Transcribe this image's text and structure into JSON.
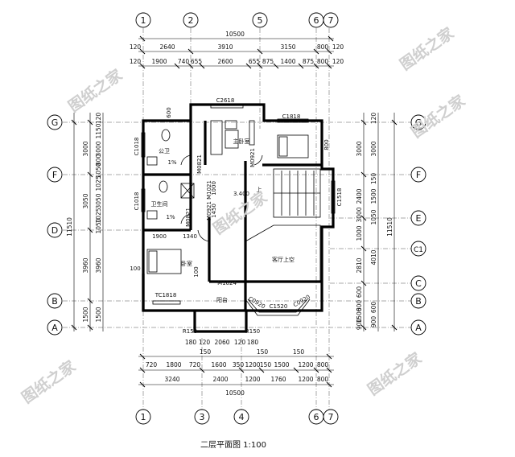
{
  "caption": "二层平面图  1:100",
  "watermark": "图纸之家",
  "top_axes": [
    "1",
    "2",
    "5",
    "6",
    "7"
  ],
  "bottom_axes": [
    "1",
    "3",
    "4",
    "6",
    "7"
  ],
  "left_axes": [
    "G",
    "F",
    "D",
    "B",
    "A"
  ],
  "right_axes": [
    "G",
    "F",
    "E",
    "C1",
    "C",
    "B",
    "A"
  ],
  "top_dims": {
    "total": "10500",
    "row2": [
      "120",
      "2640",
      "3910",
      "3150",
      "800",
      "120"
    ],
    "row3": [
      "120",
      "1900",
      "740",
      "655",
      "2600",
      "655",
      "875",
      "1400",
      "875",
      "800",
      "120"
    ]
  },
  "bottom_dims": {
    "row1": [
      "180",
      "120",
      "2060",
      "120",
      "180"
    ],
    "row1b": [
      "150",
      "150",
      "150"
    ],
    "row2": [
      "720",
      "1800",
      "720",
      "1600",
      "350",
      "1200",
      "150",
      "1500",
      "1200",
      "800"
    ],
    "row3": [
      "3240",
      "2400",
      "1200",
      "1760",
      "1200",
      "800"
    ],
    "total": "10500"
  },
  "left_dims": {
    "outer": [
      "120",
      "1150",
      "3000",
      "800",
      "1050",
      "1025",
      "3050",
      "1025",
      "1050",
      "3960",
      "1500"
    ],
    "inner": [
      "3000",
      "3050",
      "3960",
      "1500"
    ],
    "total": "11510"
  },
  "right_dims": {
    "outer": [
      "120",
      "3000",
      "150",
      "1500",
      "1050",
      "4010",
      "600",
      "900"
    ],
    "inner": [
      "3000",
      "2400",
      "3000",
      "1000",
      "2810",
      "600",
      "600",
      "1500",
      "900"
    ],
    "total": "11510"
  },
  "labels": {
    "c2618": "C2618",
    "c1818": "C1818",
    "c1018a": "C1018",
    "c1018b": "C1018",
    "c1518": "C1518",
    "tc1818": "TC1818",
    "c1520": "C1520",
    "c0920a": "C0920",
    "c0920b": "C0920",
    "m0821a": "M0821",
    "m0821b": "M0821",
    "m0921a": "M0921",
    "m0921b": "M0921",
    "m1021": "M1021",
    "m1624": "M1624",
    "r150a": "R150",
    "r150b": "R150",
    "master": "主卧室",
    "bedroom": "卧室",
    "bath": "公卫",
    "wc": "卫生间",
    "hall": "客厅上空",
    "balcony": "阳台",
    "level": "3.400",
    "up": "上",
    "slope1": "1%",
    "slope2": "1%",
    "d1900": "1900",
    "d1340": "1340",
    "d600": "600",
    "d800": "800",
    "d1000": "1000",
    "d1450": "1450",
    "d100a": "100",
    "d100b": "100"
  }
}
